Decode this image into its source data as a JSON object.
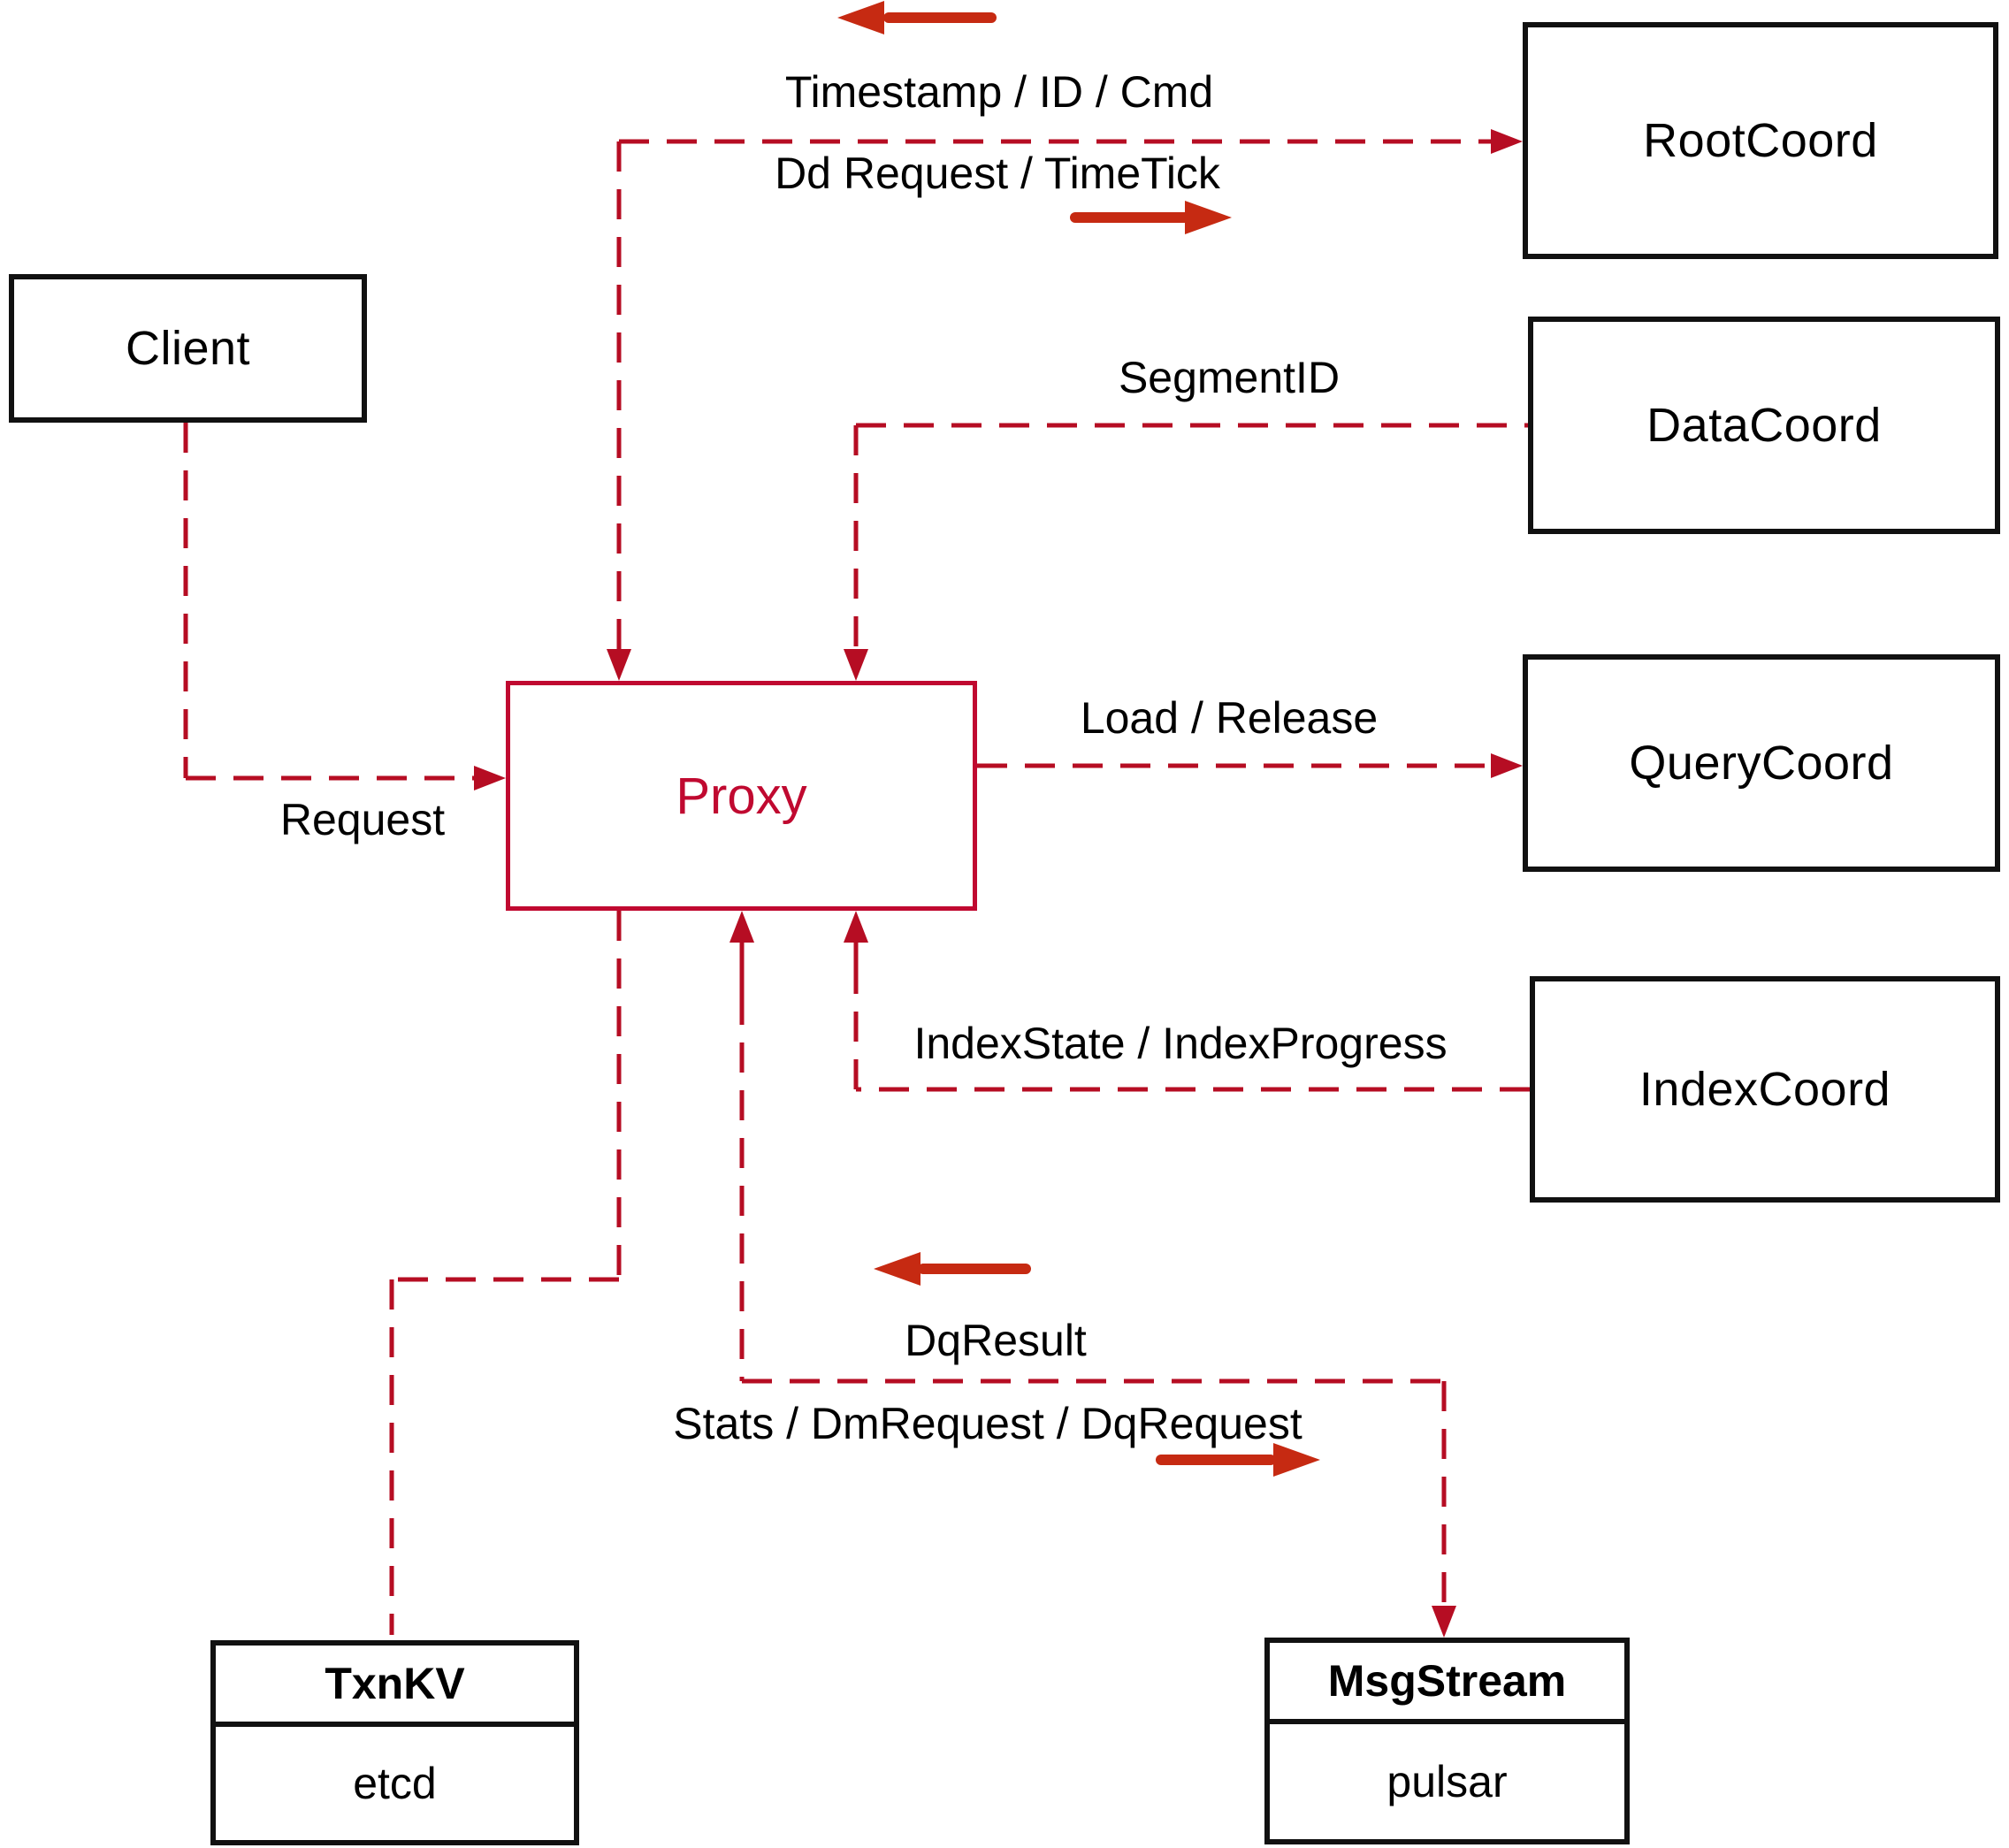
{
  "boxes": {
    "client": {
      "label": "Client"
    },
    "rootcoord": {
      "label": "RootCoord"
    },
    "datacoord": {
      "label": "DataCoord"
    },
    "querycoord": {
      "label": "QueryCoord"
    },
    "indexcoord": {
      "label": "IndexCoord"
    },
    "proxy": {
      "label": "Proxy"
    },
    "txnkv": {
      "title": "TxnKV",
      "body": "etcd"
    },
    "msgstream": {
      "title": "MsgStream",
      "body": "pulsar"
    }
  },
  "edge_labels": {
    "timestamp_id_cmd": "Timestamp / ID / Cmd",
    "dd_request_timetick": "Dd Request / TimeTick",
    "segment_id": "SegmentID",
    "load_release": "Load / Release",
    "index_state": "IndexState / IndexProgress",
    "dq_result": "DqResult",
    "stats_dm_dq": "Stats / DmRequest / DqRequest",
    "request": "Request"
  },
  "icons": {
    "arrow_left_top": "left-direction-arrow",
    "arrow_right_top": "right-direction-arrow",
    "arrow_left_middle": "left-direction-arrow",
    "arrow_right_middle": "right-direction-arrow"
  },
  "colors": {
    "dashed_line": "#b60d23",
    "solid_arrow": "#c62a12",
    "proxy_accent": "#c00930",
    "box_border": "#111111",
    "text": "#000000",
    "background": "#ffffff"
  }
}
